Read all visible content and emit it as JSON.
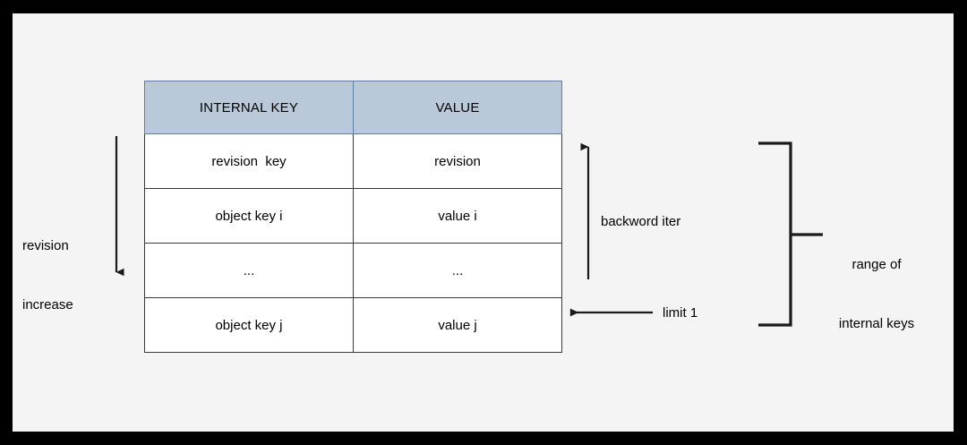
{
  "diagram": {
    "title": "Internal key / value table with revision ordering",
    "background_color": "#f4f4f4",
    "frame_color": "#000000",
    "header_fill_color": "#b9c9d9",
    "header_border_color": "#5b7fa6",
    "cell_border_color": "#3a3a3a",
    "stroke_color": "#000000"
  },
  "table": {
    "columns": [
      "INTERNAL KEY",
      "VALUE"
    ],
    "rows": [
      {
        "key": "revision  key",
        "value": "revision"
      },
      {
        "key": "object key i",
        "value": "value i"
      },
      {
        "key": "...",
        "value": "..."
      },
      {
        "key": "object key j",
        "value": "value j"
      }
    ]
  },
  "annotations": {
    "revision_increase": {
      "line1": "revision",
      "line2": "increase",
      "arrow": "arrow-down-icon"
    },
    "backword_iter": {
      "label": "backword iter",
      "arrow": "arrow-up-icon"
    },
    "limit": {
      "label": "limit 1",
      "arrow": "arrow-left-icon"
    },
    "range_of_internal_keys": {
      "line1": "range of",
      "line2": "internal keys",
      "marker": "curly-bracket-icon"
    }
  }
}
